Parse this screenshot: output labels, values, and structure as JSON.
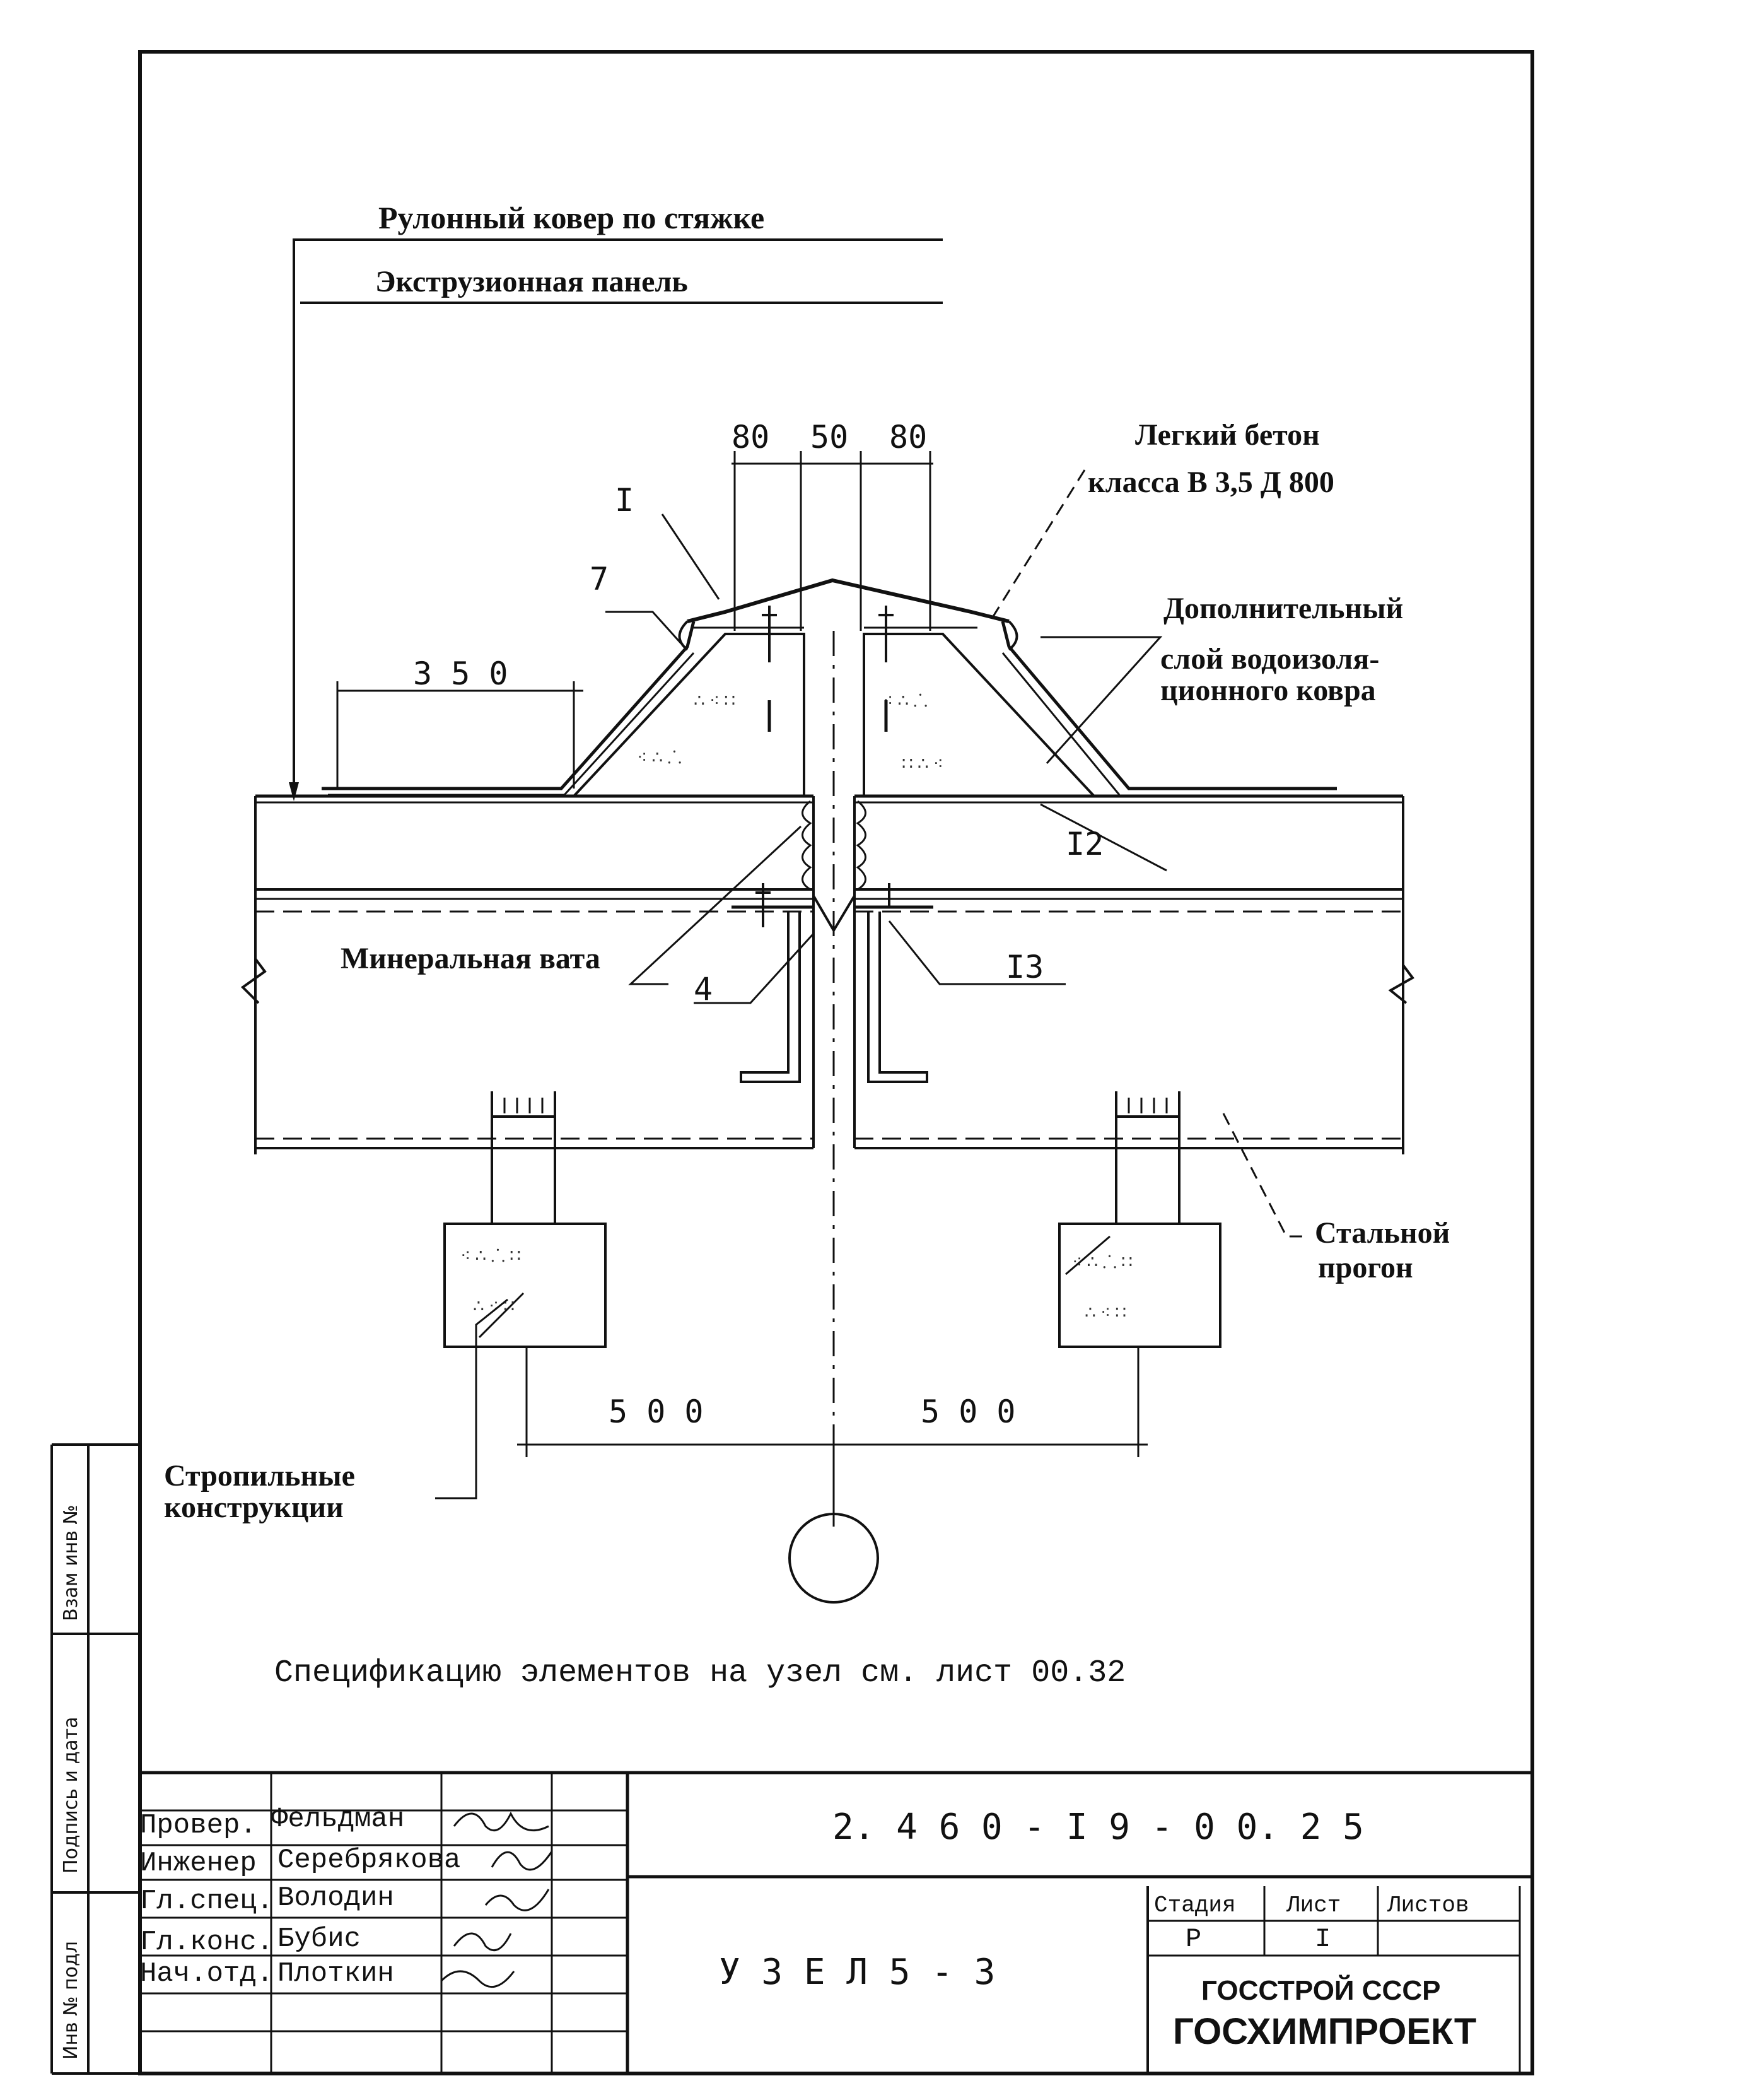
{
  "labels": {
    "roof_covering": "Рулонный ковер по стяжке",
    "extrusion_panel": "Экструзионная панель",
    "light_concrete_1": "Легкий бетон",
    "light_concrete_2": "класса В 3,5 Д 800",
    "extra_layer_1": "Дополнительный",
    "extra_layer_2": "слой водоизоля-",
    "extra_layer_3": "ционного ковра",
    "mineral_wool": "Минеральная вата",
    "steel_purlin_1": "Стальной",
    "steel_purlin_2": "прогон",
    "rafters_1": "Стропильные",
    "rafters_2": "конструкции",
    "specification": "Спецификацию элементов на узел см. лист 00.32"
  },
  "callouts": {
    "c_i": "I",
    "c_7": "7",
    "c_12": "I2",
    "c_4": "4",
    "c_13": "I3"
  },
  "dimensions": {
    "d80_left": "80",
    "d50": "50",
    "d80_right": "80",
    "d350": "3 5 0",
    "d500_left": "5 0 0",
    "d500_right": "5 0 0"
  },
  "side_stamp": {
    "vzam": "Взам инв №",
    "podpis": "Подпись и дата",
    "inv_podl": "Инв № подл"
  },
  "title_block": {
    "roles": [
      "Провер.",
      "Инженер",
      "Гл.спец.",
      "Гл.конс.",
      "Нач.отд."
    ],
    "names": [
      "Фельдман",
      "Серебрякова",
      "Володин",
      "Бубис",
      "Плоткин"
    ],
    "doc_code": "2. 4 6 0 - I 9 - 0 0. 2 5",
    "node_title": "У З Е Л   5 -   3",
    "stage_header": "Стадия",
    "sheet_header": "Лист",
    "sheets_header": "Листов",
    "stage_value": "Р",
    "sheet_value": "I",
    "org_line1": "ГОССТРОЙ СССР",
    "org_line2": "ГОСХИМПРОЕКТ"
  }
}
